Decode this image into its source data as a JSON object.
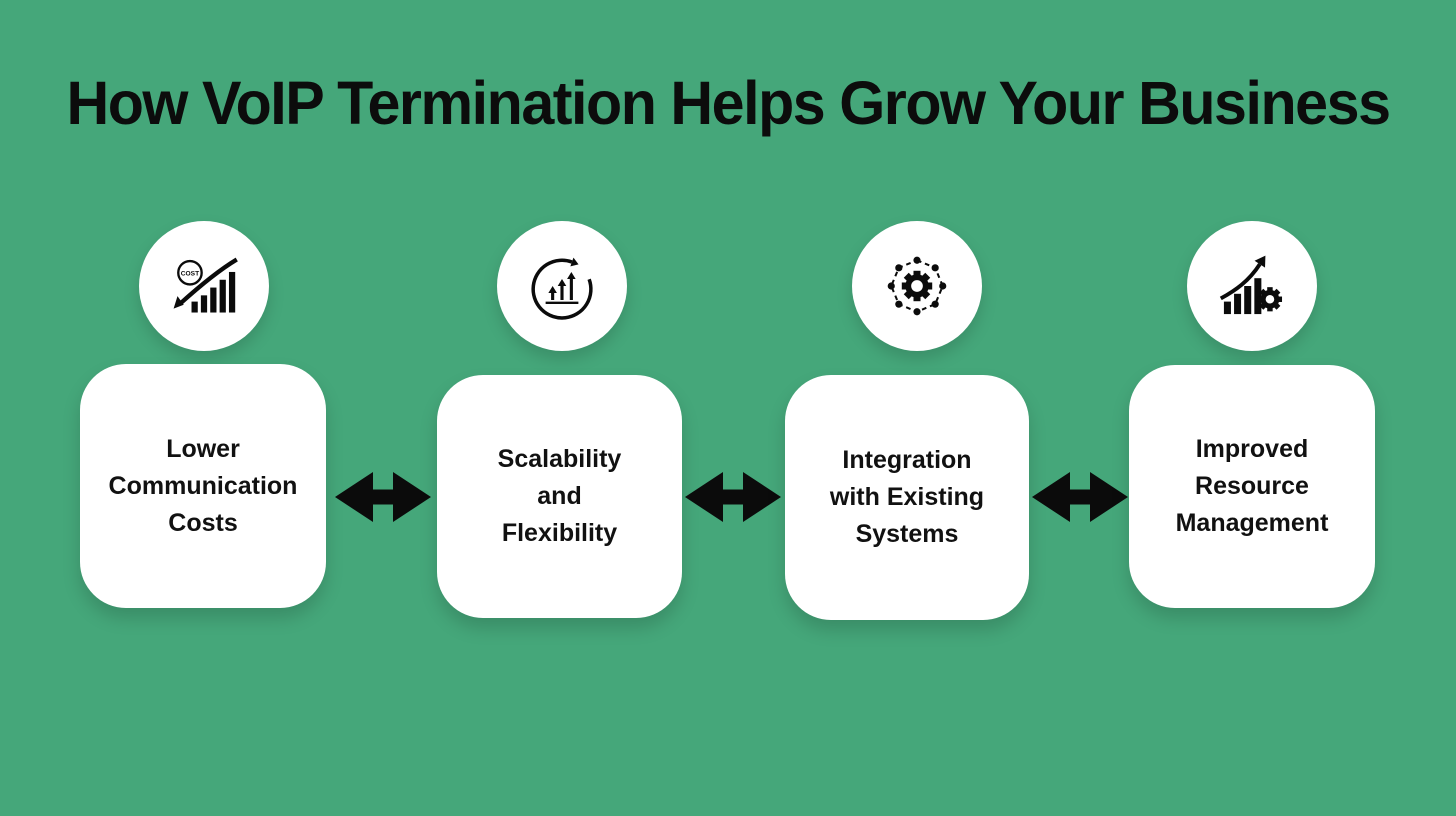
{
  "title": "How VoIP Termination Helps Grow Your Business",
  "colors": {
    "background": "#45a77a",
    "card": "#ffffff",
    "text": "#111111",
    "icon": "#0b0b0b"
  },
  "steps": [
    {
      "label": "Lower Communication Costs",
      "lines": [
        "Lower",
        "Communication",
        "Costs"
      ],
      "icon": "cost-reduction-icon",
      "icon_badge": "COST"
    },
    {
      "label": "Scalability and Flexibility",
      "lines": [
        "Scalability",
        "and",
        "Flexibility"
      ],
      "icon": "scalability-icon"
    },
    {
      "label": "Integration with Existing Systems",
      "lines": [
        "Integration",
        "with Existing",
        "Systems"
      ],
      "icon": "integration-icon"
    },
    {
      "label": "Improved Resource Management",
      "lines": [
        "Improved",
        "Resource",
        "Management"
      ],
      "icon": "resource-management-icon"
    }
  ],
  "connectors": [
    {
      "icon": "double-arrow-icon"
    },
    {
      "icon": "double-arrow-icon"
    },
    {
      "icon": "double-arrow-icon"
    }
  ]
}
